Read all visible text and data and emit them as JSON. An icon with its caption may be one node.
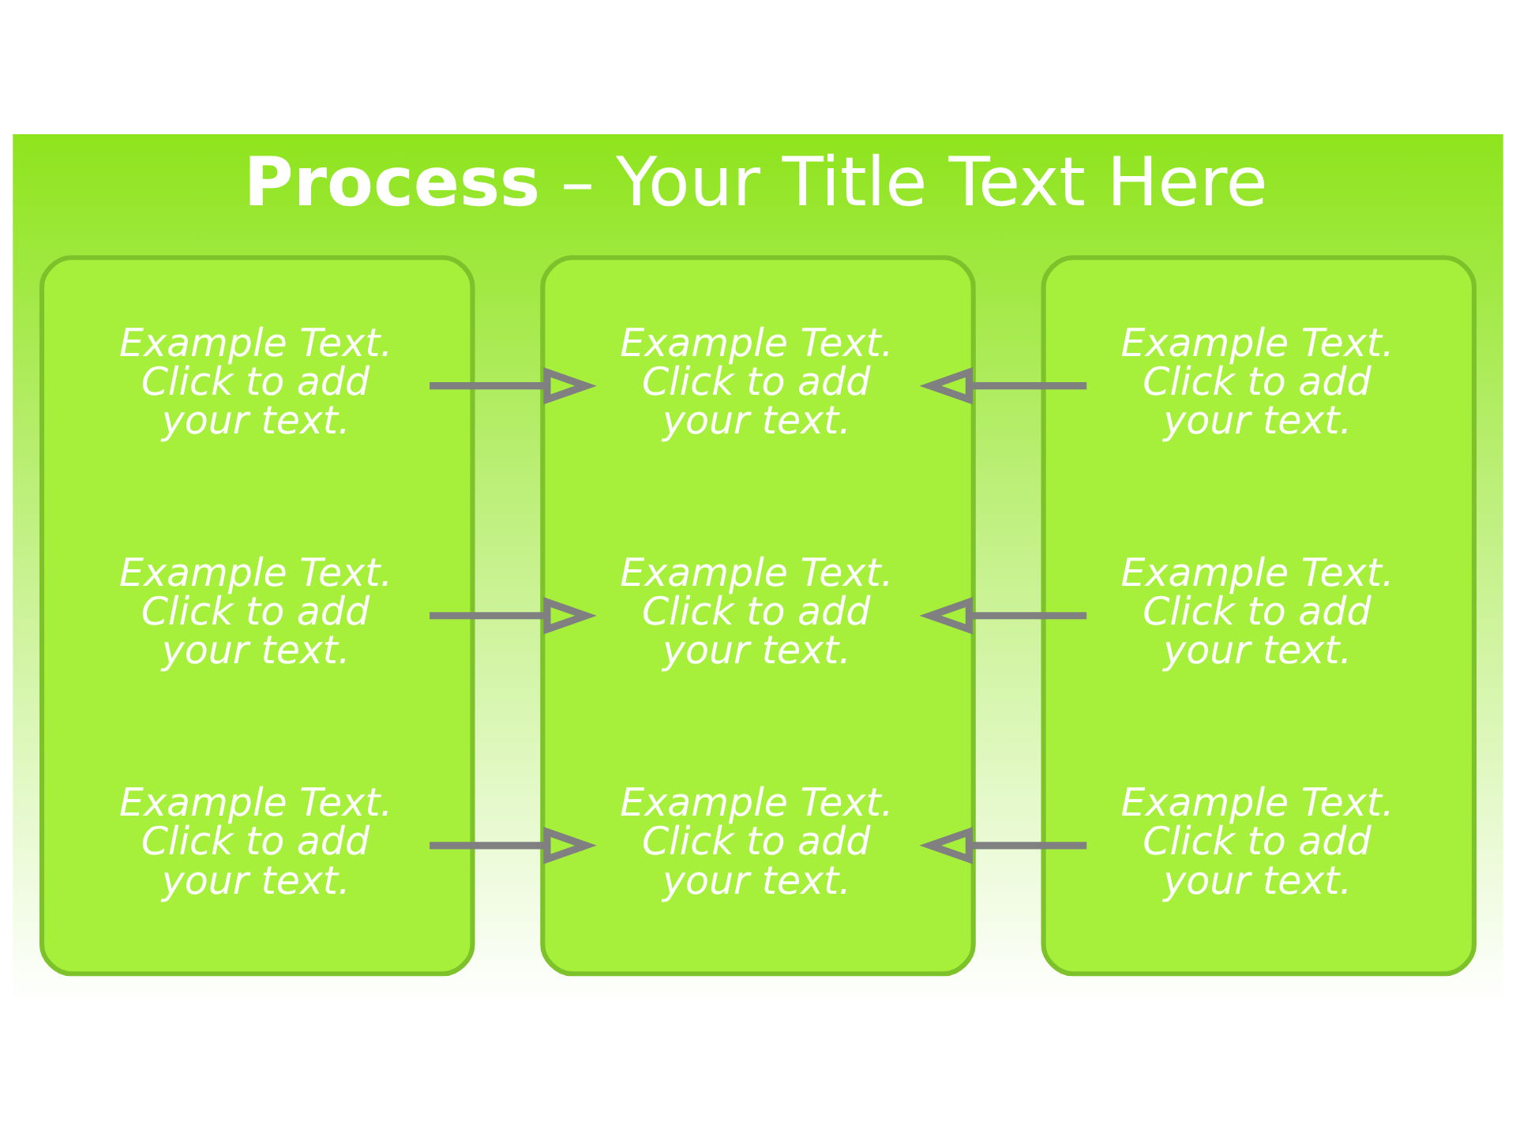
{
  "diagram": {
    "title": "**Process** – Your Title Text Here",
    "nodes": [
      {
        "text": [],
        "shape": "box"
      },
      {
        "text": [
          "Example Text. Click to add your text."
        ],
        "in": 0
      },
      {
        "text": [
          "Example Text. Click to add your text."
        ],
        "in": 0
      },
      {
        "text": [
          "Example Text. Click to add your text."
        ],
        "in": 0
      },
      {
        "text": [],
        "shape": "box"
      },
      {
        "text": [
          "Example Text. Click to add your text."
        ],
        "in": 4
      },
      {
        "text": [
          "Example Text. Click to add your text."
        ],
        "in": 4
      },
      {
        "text": [
          "Example Text. Click to add your text."
        ],
        "in": 4
      },
      {
        "text": [],
        "shape": "box"
      },
      {
        "text": [
          "Example Text. Click to add your text."
        ],
        "in": 8
      },
      {
        "text": [
          "Example Text. Click to add your text."
        ],
        "in": 8
      },
      {
        "text": [
          "Example Text. Click to add your text."
        ],
        "in": 8
      }
    ],
    "edges": [
      {
        "from": 1,
        "to": 5,
        "arrow": "to"
      },
      {
        "from": 2,
        "to": 6,
        "arrow": "to"
      },
      {
        "from": 3,
        "to": 7,
        "arrow": "to"
      },
      {
        "from": 9,
        "to": 5,
        "arrow": "to"
      },
      {
        "from": 10,
        "to": 6,
        "arrow": "to"
      },
      {
        "from": 11,
        "to": 7,
        "arrow": "to"
      }
    ]
  }
}
